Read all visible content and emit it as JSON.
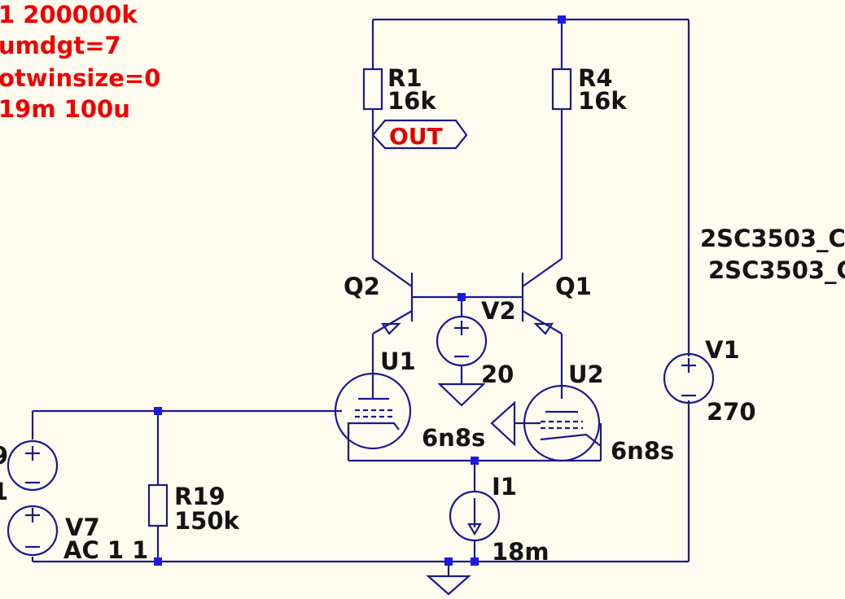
{
  "directives": [
    "1 200000k",
    "umdgt=7",
    "otwinsize=0",
    "19m 100u"
  ],
  "model_text": [
    "2SC3503_C",
    "2SC3503_C"
  ],
  "bottom_text": "",
  "net_labels": {
    "out": "OUT"
  },
  "components": {
    "R1": {
      "name": "R1",
      "value": "16k"
    },
    "R4": {
      "name": "R4",
      "value": "16k"
    },
    "R19": {
      "name": "R19",
      "value": "150k"
    },
    "Q1": {
      "name": "Q1"
    },
    "Q2": {
      "name": "Q2"
    },
    "V1": {
      "name": "V1",
      "value": "270"
    },
    "V2": {
      "name": "V2",
      "value": "20"
    },
    "U1": {
      "name": "U1",
      "value": "6n8s"
    },
    "U2": {
      "name": "U2",
      "value": "6n8s"
    },
    "I1": {
      "name": "I1",
      "value": "18m"
    },
    "V7": {
      "name": "V7",
      "value": "AC 1 1"
    },
    "V_partial": {
      "name_fragment": "9",
      "value_fragment": "1"
    }
  },
  "colors": {
    "background": "#fffbef",
    "wire": "#1a1a8c",
    "junction": "#1a1ae6",
    "directive": "#f00000",
    "label": "#141414",
    "comment": "#d81ad8"
  }
}
